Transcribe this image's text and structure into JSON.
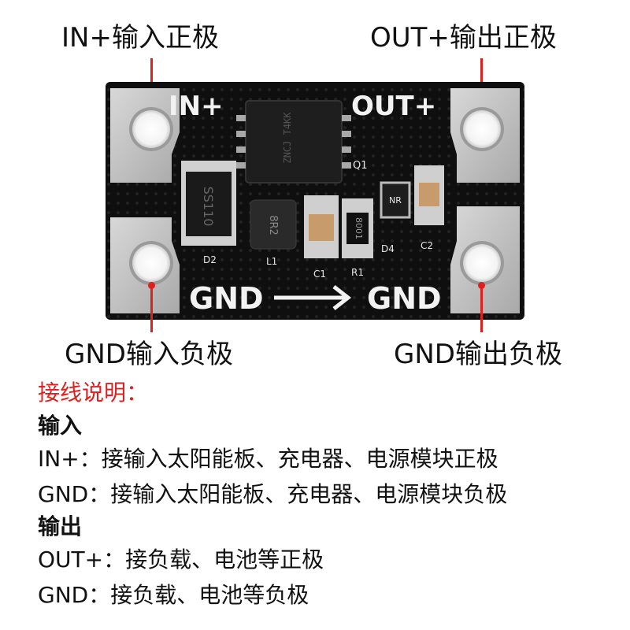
{
  "callouts": {
    "in_positive": "IN+输入正极",
    "out_positive": "OUT+输出正极",
    "gnd_input": "GND输入负极",
    "gnd_output": "GND输出负极"
  },
  "board": {
    "silk_in": "IN+",
    "silk_out": "OUT+",
    "silk_gnd_left": "GND",
    "silk_gnd_right": "GND",
    "diode_marking": "SS110",
    "chip_marking": "ZNCJ\nT4KK",
    "inductor_marking": "8R2",
    "resistor_marking": "8001",
    "label_q1": "Q1",
    "label_l1": "L1",
    "label_d2": "D2",
    "label_c1": "C1",
    "label_r1": "R1",
    "label_d4": "D4",
    "label_c2": "C2",
    "label_nr": "NR"
  },
  "instructions": {
    "heading": "接线说明：",
    "input_title": "输入",
    "input_lines": [
      "IN+：接输入太阳能板、充电器、电源模块正极",
      "GND：接输入太阳能板、充电器、电源模块负极"
    ],
    "output_title": "输出",
    "output_lines": [
      "OUT+：接负载、电池等正极",
      "GND：接负载、电池等负极"
    ]
  },
  "colors": {
    "accent": "#e0201d",
    "pcb": "#101010",
    "pad_silver": "#c9c9c9",
    "silkscreen": "#f2f2f2"
  }
}
